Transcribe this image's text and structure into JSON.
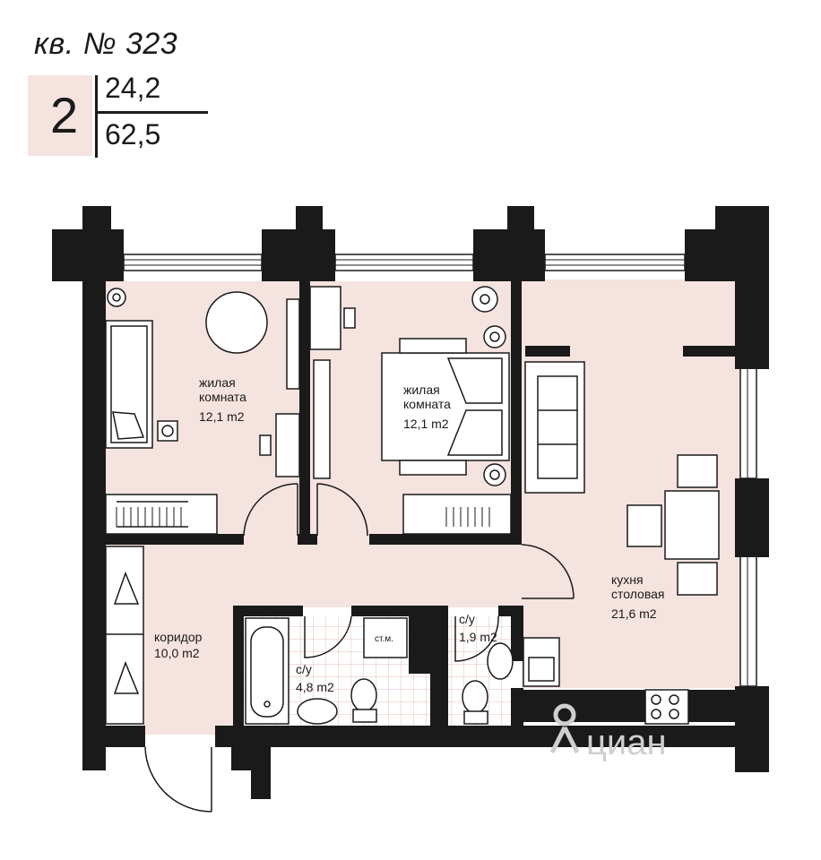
{
  "header": {
    "apartment_title": "кв. № 323",
    "rooms_count": "2",
    "living_area": "24,2",
    "total_area": "62,5"
  },
  "rooms": {
    "living1_name_line1": "жилая",
    "living1_name_line2": "комната",
    "living1_area": "12,1 m2",
    "living2_name_line1": "жилая",
    "living2_name_line2": "комната",
    "living2_area": "12,1 m2",
    "kitchen_name_line1": "кухня",
    "kitchen_name_line2": "столовая",
    "kitchen_area": "21,6 m2",
    "corridor_name": "коридор",
    "corridor_area": "10,0 m2",
    "bath_name": "с/у",
    "bath_area": "4,8 m2",
    "wc_name": "с/у",
    "wc_area": "1,9 m2",
    "shaft_label": "ст.м."
  },
  "watermark": "циан",
  "colors": {
    "floor": "#f5e3df",
    "wall": "#1a1a1a",
    "tile": "#f3d8d3"
  }
}
